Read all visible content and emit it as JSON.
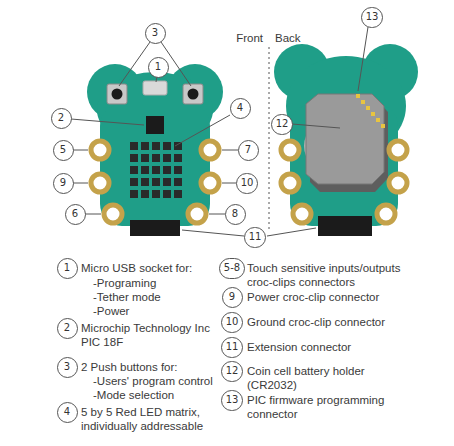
{
  "diagram": {
    "nodes": [
      {
        "text": [
          "3"
        ]
      },
      {
        "text": [
          "1"
        ]
      },
      {
        "text": [
          "2"
        ]
      },
      {
        "text": [
          "4"
        ]
      },
      {
        "text": [
          "5"
        ]
      },
      {
        "text": [
          "7"
        ]
      },
      {
        "text": [
          "9"
        ]
      },
      {
        "text": [
          "10"
        ]
      },
      {
        "text": [
          "6"
        ]
      },
      {
        "text": [
          "8"
        ]
      },
      {
        "text": [
          "11"
        ]
      },
      {
        "text": [
          "13"
        ]
      },
      {
        "text": [
          "12"
        ]
      },
      {
        "text": [
          "1"
        ]
      },
      {
        "text": [
          "5-8"
        ]
      },
      {
        "text": [
          "2"
        ]
      },
      {
        "text": [
          "9"
        ]
      },
      {
        "text": [
          "10"
        ]
      },
      {
        "text": [
          "3"
        ]
      },
      {
        "text": [
          "11"
        ]
      },
      {
        "text": [
          "12"
        ]
      },
      {
        "text": [
          "13"
        ]
      },
      {
        "text": [
          "4"
        ]
      }
    ],
    "labels": [
      "Front",
      "Back",
      "Micro USB socket for:",
      "-Programing",
      "-Tether mode",
      "-Power",
      "Touch sensitive inputs/outputs",
      "croc-clips connectors",
      "Power croc-clip connector",
      "Microchip Technology Inc",
      "PIC 18F",
      "Ground croc-clip connector",
      "Extension connector",
      "2 Push buttons for:",
      "-Users' program control",
      "-Mode selection",
      "Coin cell battery holder",
      "(CR2032)",
      "PIC firmware programming",
      "connector",
      "5 by 5 Red LED matrix,",
      "individually addressable"
    ]
  }
}
